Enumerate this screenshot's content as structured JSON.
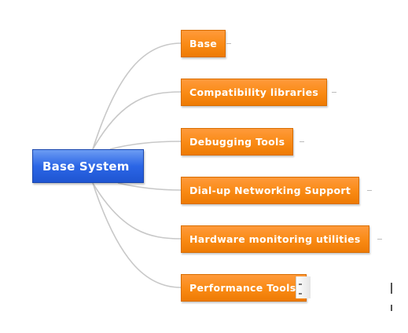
{
  "diagram": {
    "root": {
      "label": "Base System"
    },
    "children": [
      {
        "label": "Base"
      },
      {
        "label": "Compatibility libraries"
      },
      {
        "label": "Debugging Tools"
      },
      {
        "label": "Dial-up Networking Support"
      },
      {
        "label": "Hardware monitoring utilities"
      },
      {
        "label": "Performance Tools"
      }
    ]
  },
  "colors": {
    "root_fill": "#2b66e6",
    "child_fill": "#f98a14",
    "connector": "#c8c8c8",
    "text": "#ffffff"
  }
}
